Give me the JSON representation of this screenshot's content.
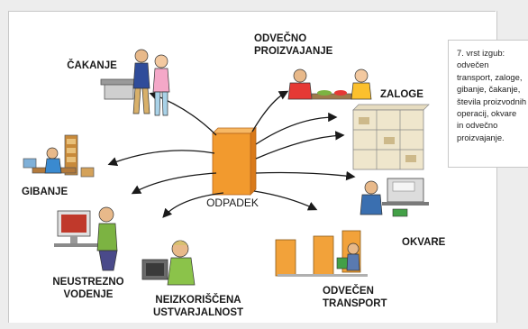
{
  "center_label": "ODPADEK",
  "labels": {
    "cakanje": "ČAKANJE",
    "odvecno_proizvajanje": "ODVEČNO\nPROIZVAJANJE",
    "zaloge": "ZALOGE",
    "gibanje": "GIBANJE",
    "okvare": "OKVARE",
    "neustrezno_vodenje": "NEUSTREZNO\nVODENJE",
    "neizkoriscena_ustvarjalnost": "NEIZKORIŠČENA\nUSTVARJALNOST",
    "odvecen_transport": "ODVEČEN\nTRANSPORT"
  },
  "side_note": "7. vrst izgub:\nodvečen\ntransport, zaloge,\ngibanje, čakanje,\nštevila proizvodnih\noperacij, okvare\nin odvečno\nproizvajanje.",
  "colors": {
    "box_front": "#f29a2e",
    "box_side": "#d97a1a",
    "box_top": "#f7b864",
    "arrow": "#1a1a1a"
  }
}
